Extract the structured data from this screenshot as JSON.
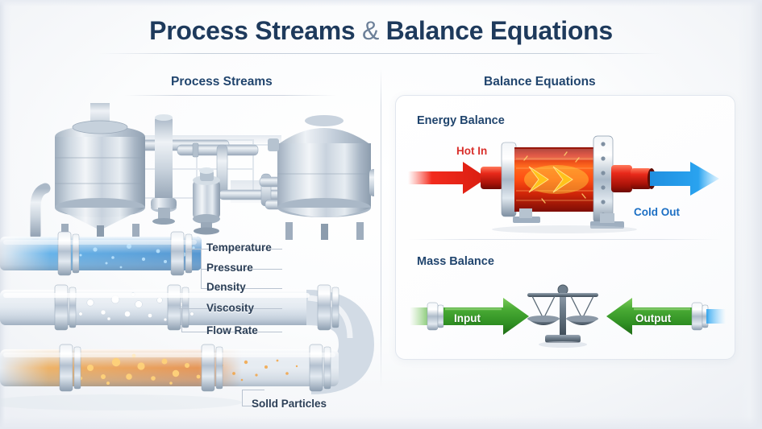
{
  "title": {
    "part1": "Process Streams ",
    "amp": "&",
    "part2": " Balance Equations",
    "full": "Process Streams & Balance Equations"
  },
  "sections": {
    "left": {
      "heading": "Process Streams"
    },
    "right": {
      "heading": "Balance Equations"
    }
  },
  "stream_properties": [
    {
      "label": "Temperature"
    },
    {
      "label": "Pressure"
    },
    {
      "label": "Density"
    },
    {
      "label": "Viscosity"
    },
    {
      "label": "Flow Rate"
    }
  ],
  "particles_callout": {
    "label": "Solld Particles"
  },
  "pipes": [
    {
      "name": "liquid-stream-pipe",
      "fluid_color": "#1a7fd4"
    },
    {
      "name": "gas-stream-pipe",
      "fluid_color": "#e8eef4"
    },
    {
      "name": "slurry-stream-pipe",
      "fluid_color": "#f07a12"
    }
  ],
  "energy_balance": {
    "heading": "Energy Balance",
    "inlet_label": "Hot In",
    "inlet_color": "#d9302c",
    "outlet_label": "Cold Out",
    "outlet_color": "#1c6fc4",
    "device": "shell-and-tube-heat-exchanger"
  },
  "mass_balance": {
    "heading": "Mass Balance",
    "input_label": "Input",
    "output_label": "Output",
    "arrow_color": "#3f9e35",
    "device": "balance-scale"
  },
  "colors": {
    "title_navy": "#1e3a5c",
    "heading_navy": "#21456e",
    "background": "#f6f8fa",
    "metal": "#b8c3d0"
  }
}
